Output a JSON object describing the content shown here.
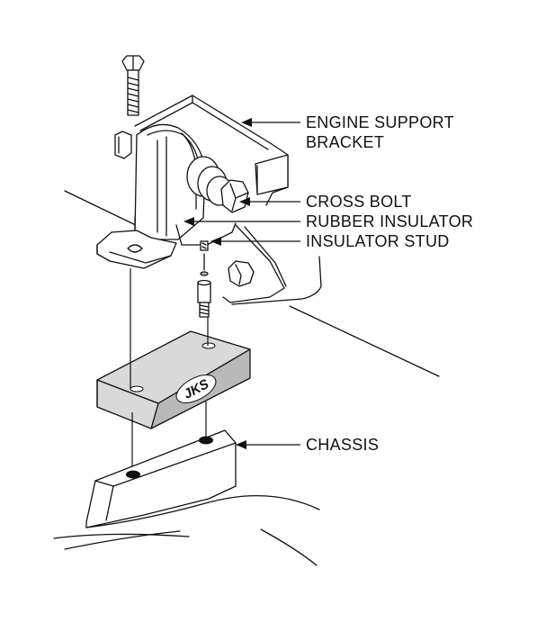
{
  "labels": {
    "engine_support_line1": "ENGINE SUPPORT",
    "engine_support_line2": "BRACKET",
    "cross_bolt": "CROSS BOLT",
    "rubber_insulator": "RUBBER INSULATOR",
    "insulator_stud": "INSULATOR STUD",
    "chassis": "CHASSIS"
  },
  "spacer_logo": "JKS",
  "colors": {
    "line": "#111111",
    "spacer_fill": "#d9d9d9",
    "background": "#ffffff"
  }
}
